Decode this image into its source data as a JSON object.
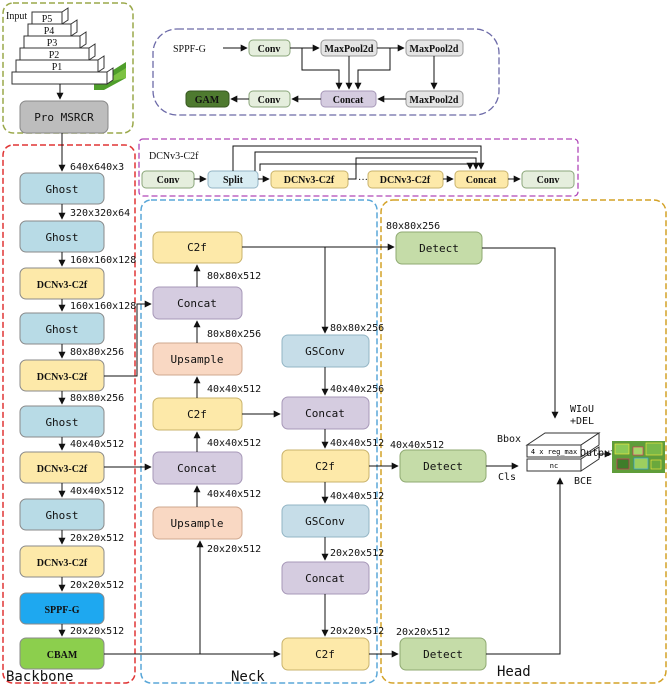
{
  "regions": {
    "backbone": "Backbone",
    "neck": "Neck",
    "head": "Head"
  },
  "input": {
    "label": "Input",
    "levels": [
      "P5",
      "P4",
      "P3",
      "P2",
      "P1"
    ],
    "pro": "Pro MSRCR"
  },
  "backbone": {
    "nodes": [
      "Ghost",
      "Ghost",
      "DCNv3-C2f",
      "Ghost",
      "DCNv3-C2f",
      "Ghost",
      "DCNv3-C2f",
      "Ghost",
      "DCNv3-C2f",
      "SPPF-G",
      "CBAM"
    ],
    "dims": [
      "640x640x3",
      "320x320x64",
      "160x160x128",
      "160x160x128",
      "80x80x256",
      "80x80x256",
      "40x40x512",
      "40x40x512",
      "20x20x512",
      "20x20x512",
      "20x20x512"
    ]
  },
  "neck": {
    "c2f_top": "C2f",
    "concat1": "Concat",
    "upsample1": "Upsample",
    "c2f_mid": "C2f",
    "concat2": "Concat",
    "upsample2": "Upsample",
    "gsconv1": "GSConv",
    "concat3": "Concat",
    "c2f_r": "C2f",
    "gsconv2": "GSConv",
    "concat4": "Concat",
    "c2f_bottom": "C2f",
    "dims": {
      "c2f_top_out": "80x80x512",
      "concat1_in": "80x80x256",
      "upsample1_in": "40x40x512",
      "c2f_mid_in": "40x40x512",
      "upsample2_in": "40x40x512",
      "upsample2_out": "20x20x512",
      "gsconv1_in": "80x80x256",
      "concat3_in": "40x40x256",
      "c2f_r_in": "40x40x512",
      "gsconv2_in": "40x40x512",
      "concat4_in": "20x20x512",
      "c2f_bottom_in": "20x20x512"
    }
  },
  "head": {
    "detect": "Detect",
    "dims": [
      "80x80x256",
      "40x40x512",
      "20x20x512"
    ],
    "bbox": "Bbox",
    "cls": "Cls",
    "box_top": "4 x reg_max",
    "box_bottom": "nc",
    "wiou": "WIoU",
    "del": "+DEL",
    "bce": "BCE",
    "output": "Output"
  },
  "sppf": {
    "title": "SPPF-G",
    "conv": "Conv",
    "maxpool": "MaxPool2d",
    "concat": "Concat",
    "gam": "GAM"
  },
  "dcn": {
    "title": "DCNv3-C2f",
    "conv": "Conv",
    "split": "Split",
    "block": "DCNv3-C2f",
    "ellipsis": "···",
    "concat": "Concat"
  },
  "colors": {
    "ghost": "#b8dbe6",
    "dcn": "#fde9a9",
    "sppf": "#1ea8f0",
    "cbam": "#8ccf4d",
    "neck_c2f": "#fde9a9",
    "concat": "#d5cce0",
    "upsample": "#f9d8c3",
    "gsconv": "#c6dde8",
    "detect": "#c5dca8",
    "conv": "#e5eedd",
    "gam": "#4e7a2f",
    "pro": "#bdbdbd"
  }
}
